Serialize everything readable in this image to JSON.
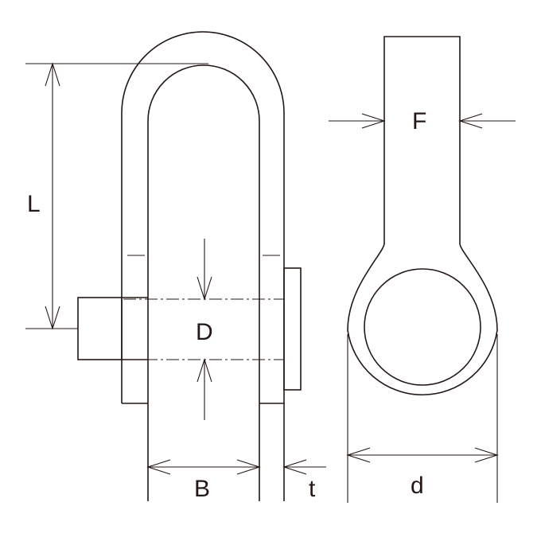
{
  "drawing": {
    "labels": {
      "L": "L",
      "D": "D",
      "B": "B",
      "t": "t",
      "F": "F",
      "d": "d"
    },
    "colors": {
      "line": "#231815",
      "background": "#ffffff"
    }
  }
}
